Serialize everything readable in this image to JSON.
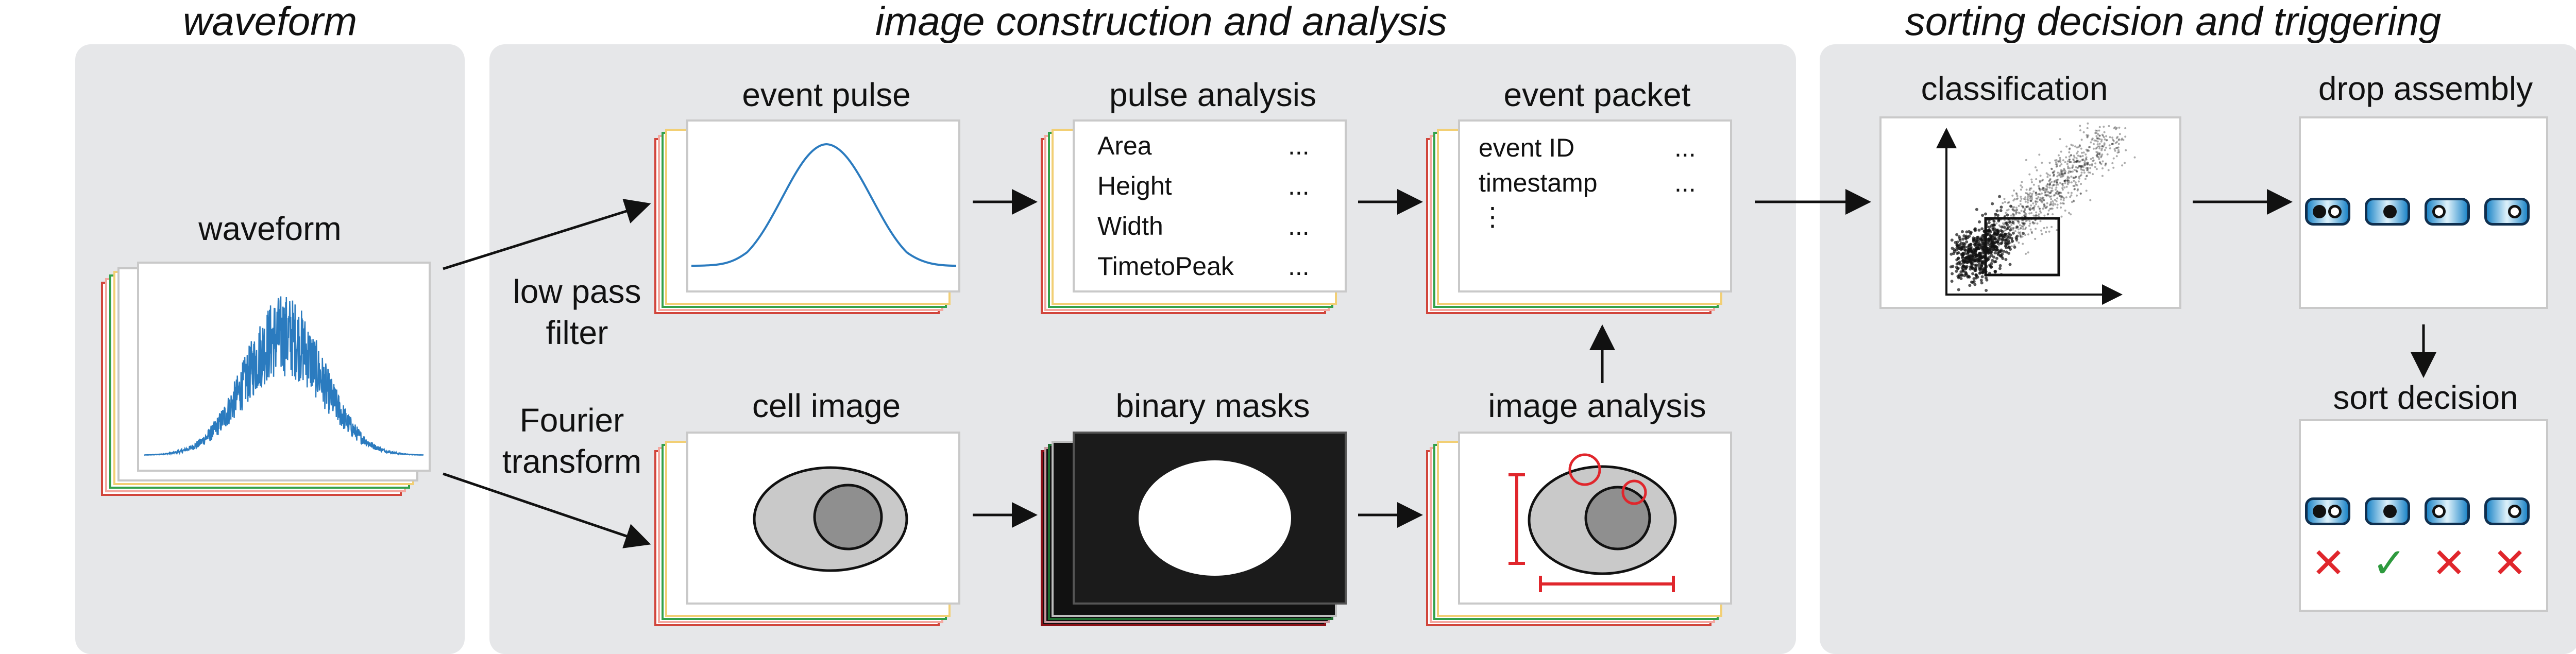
{
  "sections": {
    "waveform": "waveform",
    "image": "image construction and analysis",
    "sorting": "sorting decision and triggering"
  },
  "labels": {
    "waveform": "waveform",
    "event_pulse": "event pulse",
    "pulse_analysis": "pulse analysis",
    "event_packet": "event packet",
    "cell_image": "cell image",
    "binary_masks": "binary masks",
    "image_analysis": "image analysis",
    "classification": "classification",
    "drop_assembly": "drop assembly",
    "sort_decision": "sort decision"
  },
  "side_labels": {
    "low_pass_line1": "low pass",
    "low_pass_line2": "filter",
    "fourier_line1": "Fourier",
    "fourier_line2": "transform"
  },
  "pulse_analysis_rows": [
    {
      "name": "Area",
      "value": "..."
    },
    {
      "name": "Height",
      "value": "..."
    },
    {
      "name": "Width",
      "value": "..."
    },
    {
      "name": "TimetoPeak",
      "value": "..."
    }
  ],
  "event_packet_rows": [
    {
      "name": "event ID",
      "value": "..."
    },
    {
      "name": "timestamp",
      "value": "..."
    },
    {
      "name": "⋮",
      "value": ""
    }
  ],
  "sort_marks": [
    "✕",
    "✓",
    "✕",
    "✕"
  ],
  "colors": {
    "panel": "#e6e7e9",
    "waveform": "#2b7bbf",
    "annotation_red": "#e0262c",
    "accept_green": "#2e9a3e",
    "cell_outer": "#c9c9c9",
    "cell_nucleus": "#8f8f8f"
  }
}
